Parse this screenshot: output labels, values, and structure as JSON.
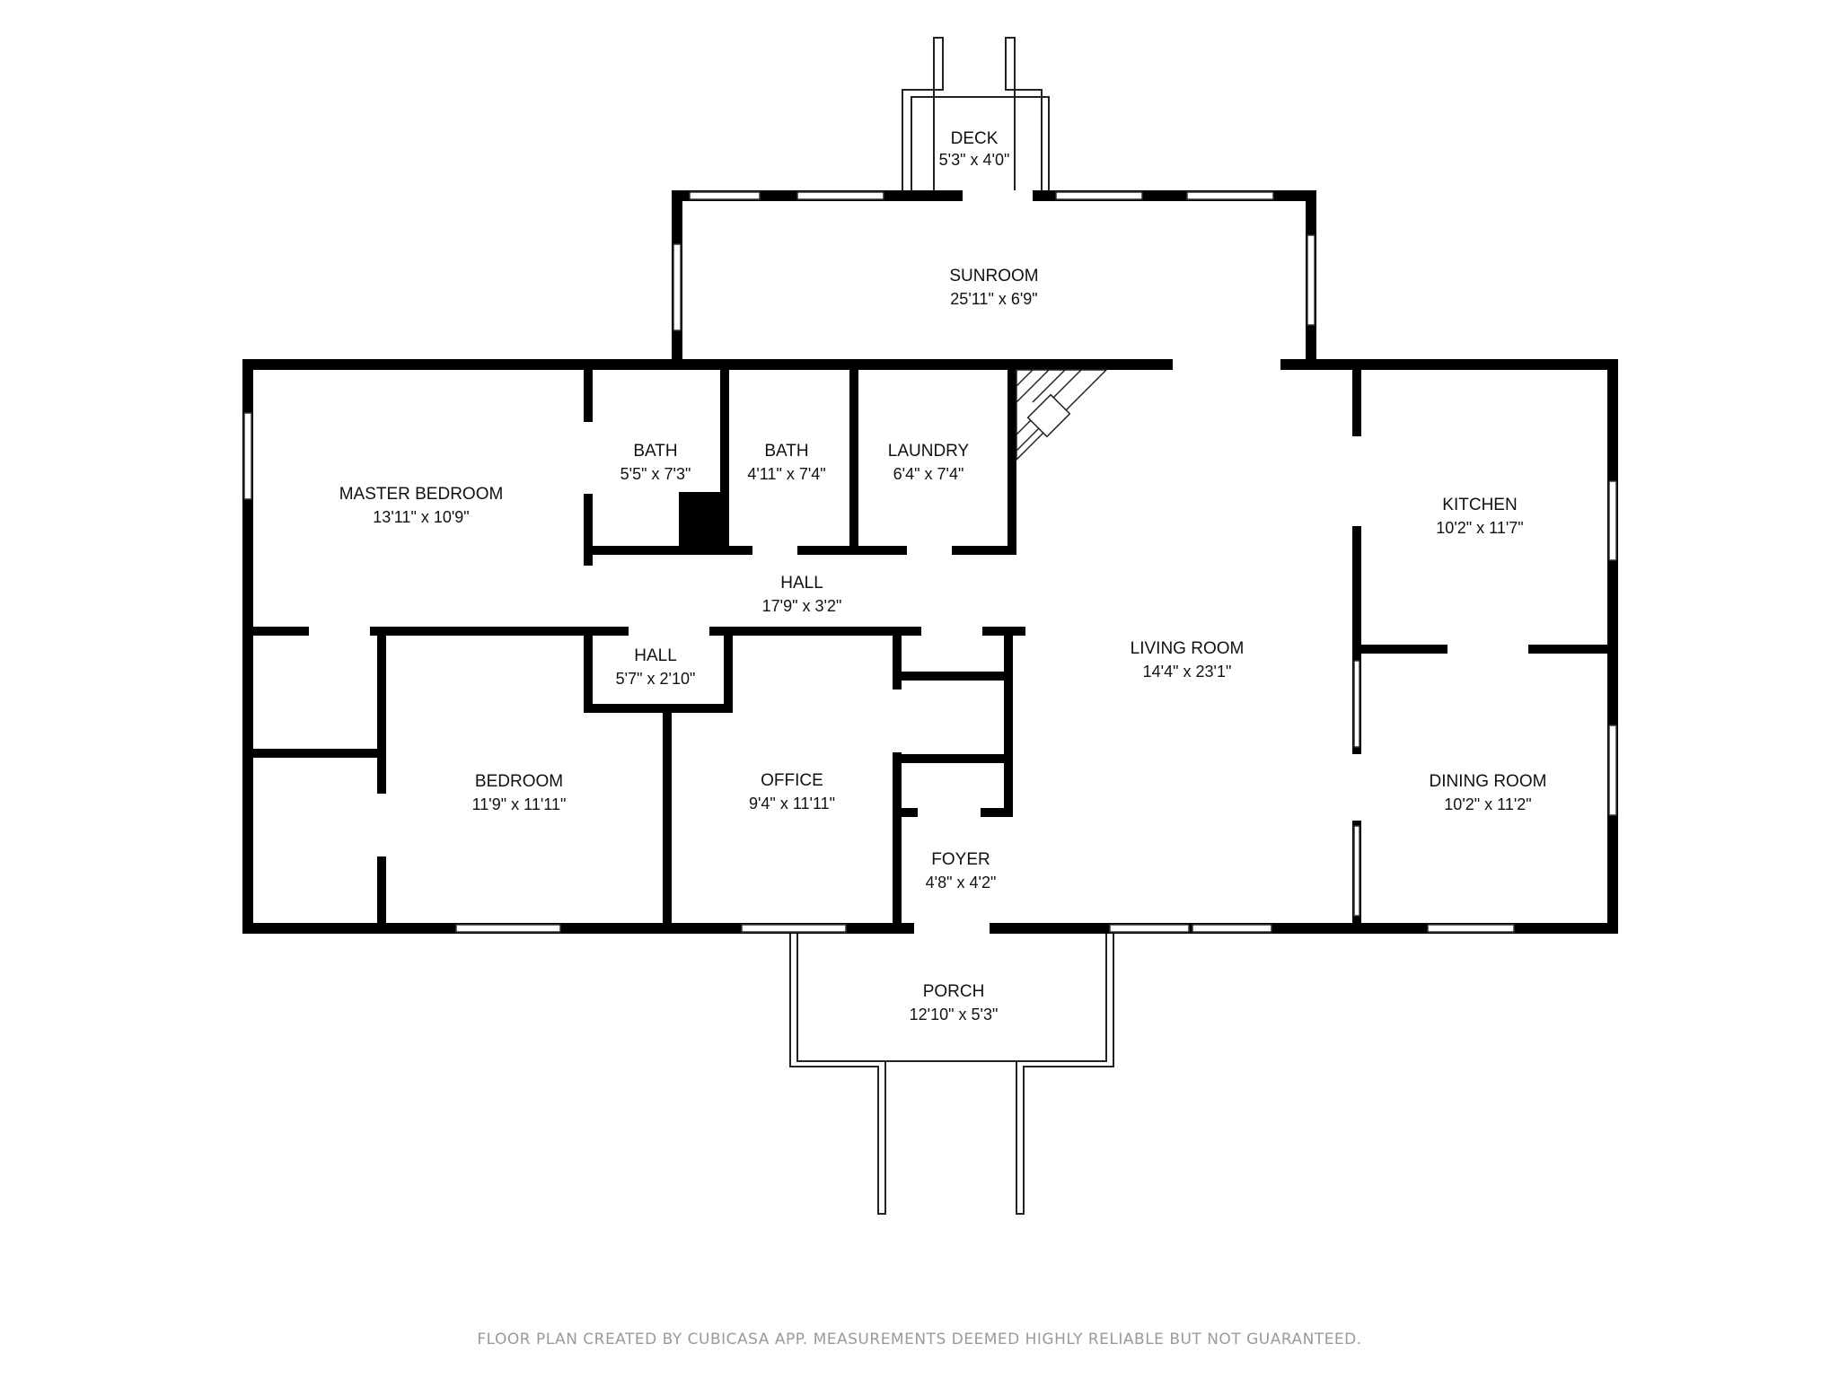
{
  "rooms": {
    "deck": {
      "name": "DECK",
      "dim": "5'3\" x 4'0\""
    },
    "sunroom": {
      "name": "SUNROOM",
      "dim": "25'11\" x 6'9\""
    },
    "master_bedroom": {
      "name": "MASTER BEDROOM",
      "dim": "13'11\" x 10'9\""
    },
    "bath1": {
      "name": "BATH",
      "dim": "5'5\" x 7'3\""
    },
    "bath2": {
      "name": "BATH",
      "dim": "4'11\" x 7'4\""
    },
    "laundry": {
      "name": "LAUNDRY",
      "dim": "6'4\" x 7'4\""
    },
    "kitchen": {
      "name": "KITCHEN",
      "dim": "10'2\" x 11'7\""
    },
    "hall_main": {
      "name": "HALL",
      "dim": "17'9\" x 3'2\""
    },
    "hall_small": {
      "name": "HALL",
      "dim": "5'7\" x 2'10\""
    },
    "living_room": {
      "name": "LIVING ROOM",
      "dim": "14'4\" x 23'1\""
    },
    "bedroom": {
      "name": "BEDROOM",
      "dim": "11'9\" x 11'11\""
    },
    "office": {
      "name": "OFFICE",
      "dim": "9'4\" x 11'11\""
    },
    "dining_room": {
      "name": "DINING ROOM",
      "dim": "10'2\" x 11'2\""
    },
    "foyer": {
      "name": "FOYER",
      "dim": "4'8\" x 4'2\""
    },
    "porch": {
      "name": "PORCH",
      "dim": "12'10\" x 5'3\""
    }
  },
  "footer": "FLOOR PLAN CREATED BY CUBICASA APP. MEASUREMENTS DEEMED HIGHLY RELIABLE BUT NOT GUARANTEED."
}
